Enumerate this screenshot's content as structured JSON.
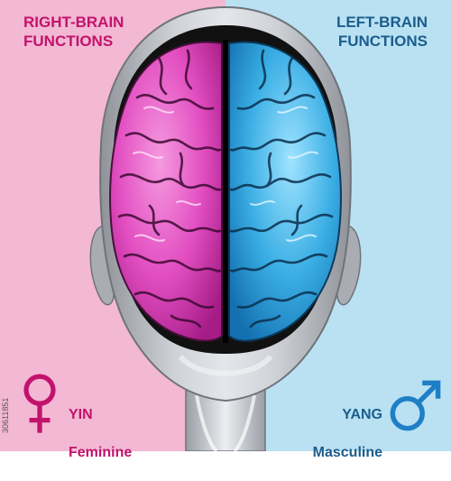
{
  "colors": {
    "pink_bg": "#f3b8d4",
    "blue_bg": "#b9e1f2",
    "pink_text": "#c2136c",
    "blue_text": "#1b5d8c",
    "pink_brain": "#e24ec1",
    "blue_brain": "#3aaee4",
    "head_gray": "#b9bcc2",
    "skull_dark": "#111111"
  },
  "left_panel": {
    "heading": "RIGHT-BRAIN\nFUNCTIONS",
    "trait_title": "YIN",
    "trait_subtitle": "Feminine",
    "symbol": "female-symbol"
  },
  "right_panel": {
    "heading": "LEFT-BRAIN\nFUNCTIONS",
    "trait_title": "YANG",
    "trait_subtitle": "Masculine",
    "symbol": "male-symbol"
  },
  "watermark_id": "30611851"
}
